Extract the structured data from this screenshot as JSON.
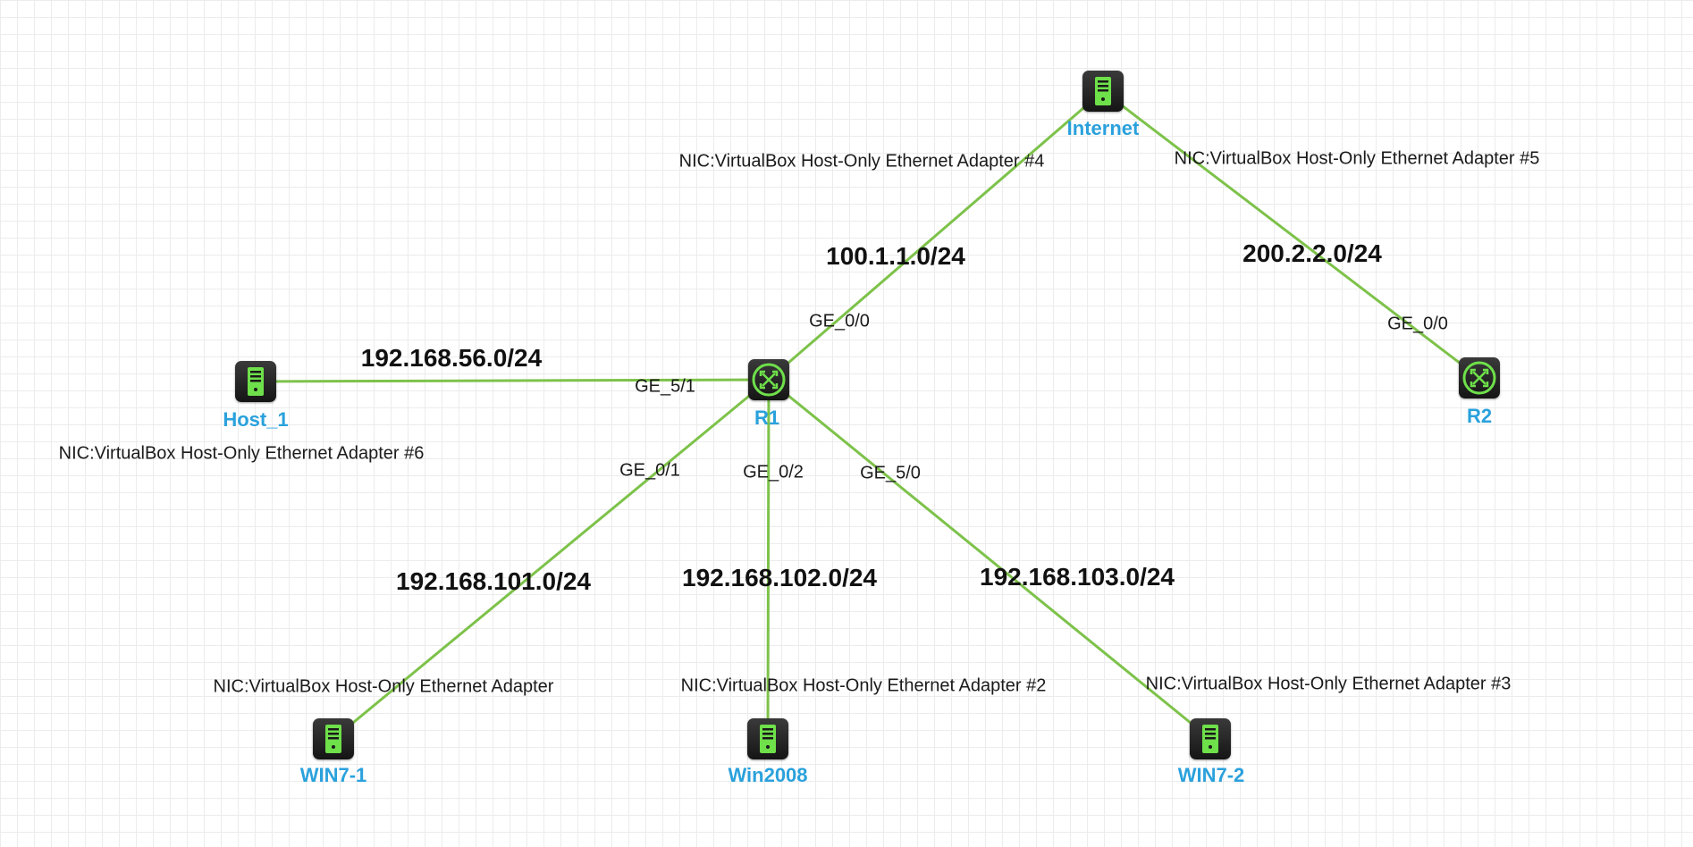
{
  "colors": {
    "link": "#7dc24a",
    "node_label": "#2aa1dc",
    "device_green": "#6ee04a"
  },
  "nodes": {
    "internet": {
      "label": "Internet",
      "icon": "server-icon"
    },
    "r1": {
      "label": "R1",
      "icon": "router-icon"
    },
    "r2": {
      "label": "R2",
      "icon": "router-icon"
    },
    "host_1": {
      "label": "Host_1",
      "icon": "server-icon"
    },
    "win7_1": {
      "label": "WIN7-1",
      "icon": "server-icon"
    },
    "win2008": {
      "label": "Win2008",
      "icon": "server-icon"
    },
    "win7_2": {
      "label": "WIN7-2",
      "icon": "server-icon"
    }
  },
  "nics": {
    "internet_left": "NIC:VirtualBox Host-Only Ethernet Adapter #4",
    "internet_right": "NIC:VirtualBox Host-Only Ethernet Adapter #5",
    "host_1": "NIC:VirtualBox Host-Only Ethernet Adapter #6",
    "win7_1": "NIC:VirtualBox Host-Only Ethernet Adapter",
    "win2008": "NIC:VirtualBox Host-Only Ethernet Adapter #2",
    "win7_2": "NIC:VirtualBox Host-Only Ethernet Adapter #3"
  },
  "interfaces": {
    "r1_internet": "GE_0/0",
    "r2_internet": "GE_0/0",
    "r1_host": "GE_5/1",
    "r1_win7_1": "GE_0/1",
    "r1_win2008": "GE_0/2",
    "r1_win7_2": "GE_5/0"
  },
  "subnets": {
    "internet_r1": "100.1.1.0/24",
    "internet_r2": "200.2.2.0/24",
    "host_r1": "192.168.56.0/24",
    "r1_win7_1": "192.168.101.0/24",
    "r1_win2008": "192.168.102.0/24",
    "r1_win7_2": "192.168.103.0/24"
  }
}
